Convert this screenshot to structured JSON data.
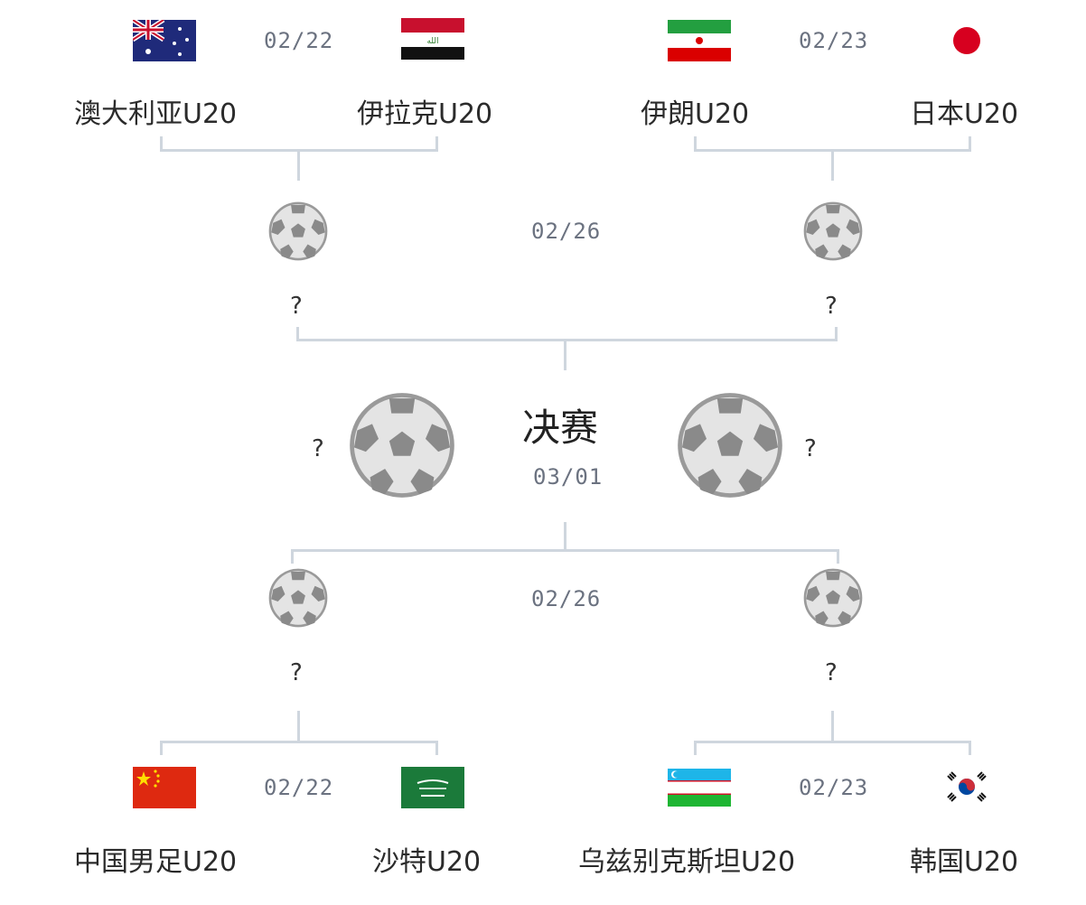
{
  "bracket": {
    "top_left": {
      "team1": "澳大利亚U20",
      "team2": "伊拉克U20",
      "date": "02/22"
    },
    "top_right": {
      "team1": "伊朗U20",
      "team2": "日本U20",
      "date": "02/23"
    },
    "semi_top_date": "02/26",
    "final": {
      "title": "决赛",
      "date": "03/01"
    },
    "semi_bottom_date": "02/26",
    "bottom_left": {
      "team1": "中国男足U20",
      "team2": "沙特U20",
      "date": "02/22"
    },
    "bottom_right": {
      "team1": "乌兹别克斯坦U20",
      "team2": "韩国U20",
      "date": "02/23"
    },
    "unknown": "?"
  },
  "colors": {
    "line": "#cfd6de",
    "ball_fill": "#e3e3e3",
    "ball_patch": "#8a8a8a"
  }
}
